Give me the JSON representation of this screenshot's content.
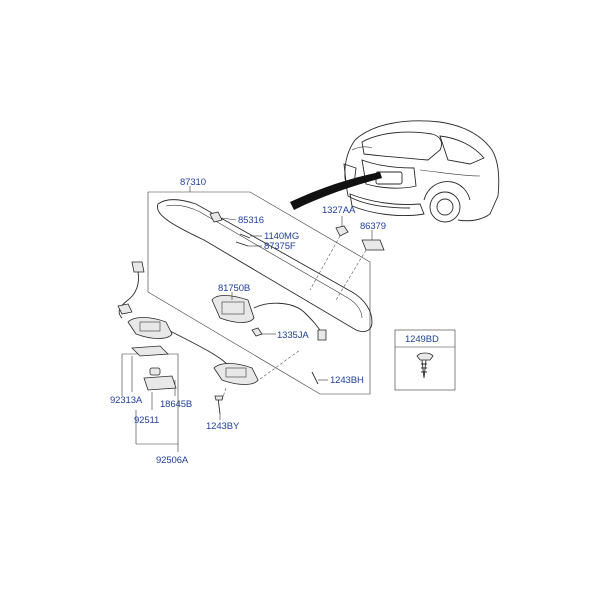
{
  "diagram": {
    "labels": {
      "p87310": "87310",
      "p85316": "85316",
      "p1140MG": "1140MG",
      "p87375F": "87375F",
      "p1327AA": "1327AA",
      "p86379": "86379",
      "p81750B": "81750B",
      "p1335JA": "1335JA",
      "p1243BH": "1243BH",
      "p1249BD": "1249BD",
      "p92313A": "92313A",
      "p18645B": "18645B",
      "p92511": "92511",
      "p1243BY": "1243BY",
      "p92506A": "92506A"
    },
    "colors": {
      "label": "#1f3f99",
      "line": "#2a2a2a",
      "arrow": "#111111"
    }
  }
}
